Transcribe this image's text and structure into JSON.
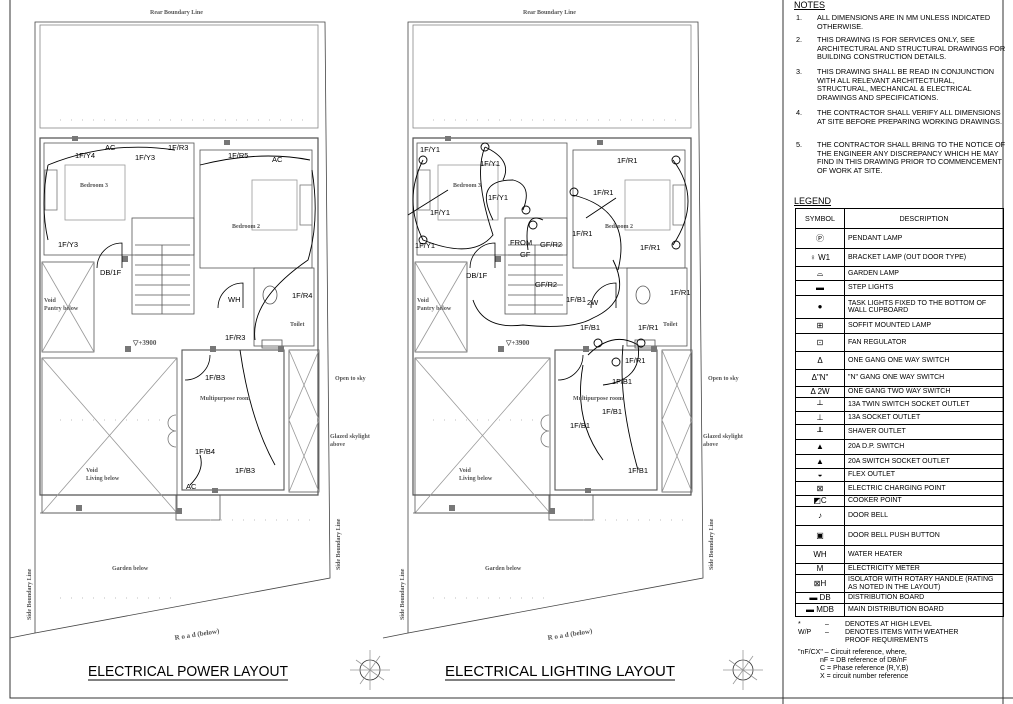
{
  "rooms": {
    "rear_boundary": "Rear Boundary Line",
    "bedroom3": "Bedroom 3",
    "bedroom2": "Bedroom 2",
    "void_pantry_1": "Void",
    "void_pantry_2": "Pantry below",
    "level": "▽+3900",
    "toilet": "Toilet",
    "multipurpose": "Multipurpose room",
    "void_living_1": "Void",
    "void_living_2": "Living below",
    "open_to_sky": "Open to sky",
    "glazed_1": "Glazed skylight",
    "glazed_2": "above",
    "garden": "Garden below",
    "side_boundary": "Side Boundary Line",
    "road": "R  o  a  d  (below)"
  },
  "plans": [
    {
      "title": "ELECTRICAL POWER LAYOUT",
      "labels": [
        "1F/Y4",
        "AC",
        "1F/Y3",
        "1F/R3",
        "1F/R5",
        "AC",
        "1F/Y3",
        "DB/1F",
        "WH",
        "1F/R4",
        "1F/R3",
        "1F/B3",
        "1F/B4",
        "1F/B3",
        "AC"
      ]
    },
    {
      "title": "ELECTRICAL LIGHTING LAYOUT",
      "labels": [
        "1F/Y1",
        "1F/Y1",
        "1F/Y1",
        "1F/Y1",
        "1F/Y1",
        "1F/R1",
        "1F/R1",
        "1F/R1",
        "1F/R1",
        "FROM",
        "GF",
        "GF/R2",
        "GF/R2",
        "DB/1F",
        "1F/B1",
        "2W",
        "1F/B1",
        "1F/R1",
        "1F/R1",
        "1F/R1",
        "1F/B1",
        "1F/B1",
        "1F/B1",
        "1F/B1"
      ]
    }
  ],
  "notes": {
    "title": "NOTES",
    "items": [
      {
        "num": "1.",
        "text": "All dimensions are in mm unless indicated otherwise."
      },
      {
        "num": "2.",
        "text": "This drawing is for services only, see architectural and structural drawings for building construction details."
      },
      {
        "num": "3.",
        "text": "This drawing shall be read in conjunction with all relevant architectural, structural, mechanical & electrical drawings and specifications."
      },
      {
        "num": "4.",
        "text": "The contractor shall verify all dimensions at site before preparing working drawings."
      },
      {
        "num": "5.",
        "text": "The contractor shall bring to the notice of the engineer any discrepancy which he may find in this drawing prior to commencement of work at site."
      }
    ]
  },
  "legend": {
    "title": "LEGEND",
    "col_symbol": "SYMBOL",
    "col_description": "DESCRIPTION",
    "rows": [
      {
        "icon": "pendant-lamp-icon",
        "symbol": "Ⓟ",
        "description": "Pendant lamp"
      },
      {
        "icon": "bracket-lamp-icon",
        "symbol": "♀ W1",
        "description": "Bracket lamp (out door type)"
      },
      {
        "icon": "garden-lamp-icon",
        "symbol": "⌓",
        "description": "Garden lamp"
      },
      {
        "icon": "step-light-icon",
        "symbol": "▬",
        "description": "Step lights"
      },
      {
        "icon": "task-light-icon",
        "symbol": "●",
        "description": "Task lights fixed to the bottom of wall cupboard"
      },
      {
        "icon": "soffit-lamp-icon",
        "symbol": "⊞",
        "description": "Soffit mounted lamp"
      },
      {
        "icon": "fan-regulator-icon",
        "symbol": "⊡",
        "description": "Fan regulator"
      },
      {
        "icon": "one-gang-switch-icon",
        "symbol": "δ",
        "description": "One gang one way switch"
      },
      {
        "icon": "n-gang-switch-icon",
        "symbol": "δ\"n\"",
        "description": "\"n\" gang one way switch"
      },
      {
        "icon": "two-way-switch-icon",
        "symbol": "δ 2W",
        "description": "One gang two way switch"
      },
      {
        "icon": "twin-socket-icon",
        "symbol": "┴",
        "description": "13A twin switch socket outlet"
      },
      {
        "icon": "socket-icon",
        "symbol": "⊥",
        "description": "13A socket outlet"
      },
      {
        "icon": "shaver-outlet-icon",
        "symbol": "╨",
        "description": "Shaver outlet"
      },
      {
        "icon": "dp-switch-icon",
        "symbol": "▲",
        "description": "20A D.P. switch"
      },
      {
        "icon": "switch-socket-20a-icon",
        "symbol": "▲",
        "description": "20A switch socket outlet"
      },
      {
        "icon": "flex-outlet-icon",
        "symbol": "◒",
        "description": "Flex outlet"
      },
      {
        "icon": "charging-point-icon",
        "symbol": "⊠",
        "description": "Electric charging point"
      },
      {
        "icon": "cooker-point-icon",
        "symbol": "◩C",
        "description": "Cooker point"
      },
      {
        "icon": "door-bell-icon",
        "symbol": "♪",
        "description": "Door bell"
      },
      {
        "icon": "bell-push-icon",
        "symbol": "▣",
        "description": "Door bell push button"
      },
      {
        "icon": "water-heater-icon",
        "symbol": "WH",
        "description": "Water heater"
      },
      {
        "icon": "electricity-meter-icon",
        "symbol": "M",
        "description": "Electricity meter"
      },
      {
        "icon": "isolator-icon",
        "symbol": "⊠h",
        "description": "Isolator with rotary handle (rating as noted in the layout)"
      },
      {
        "icon": "distribution-board-icon",
        "symbol": "▬ DB",
        "description": "Distribution board"
      },
      {
        "icon": "main-distribution-board-icon",
        "symbol": "▬ MDB",
        "description": "Main distribution board"
      }
    ]
  },
  "footnotes": {
    "high_key": "*",
    "high_dash": "–",
    "high_text": "DENOTES AT HIGH LEVEL",
    "wp_key": "W/P",
    "wp_dash": "–",
    "wp_text": "DENOTES ITEMS WITH WEATHER PROOF REQUIREMENTS",
    "circuit_head": "\"nF/CX\" – Circuit reference, where,",
    "circuit_nf": "nF = DB reference of DB/nF",
    "circuit_c": "C  = Phase reference (R,Y,B)",
    "circuit_x": "X  = circuit number reference"
  }
}
